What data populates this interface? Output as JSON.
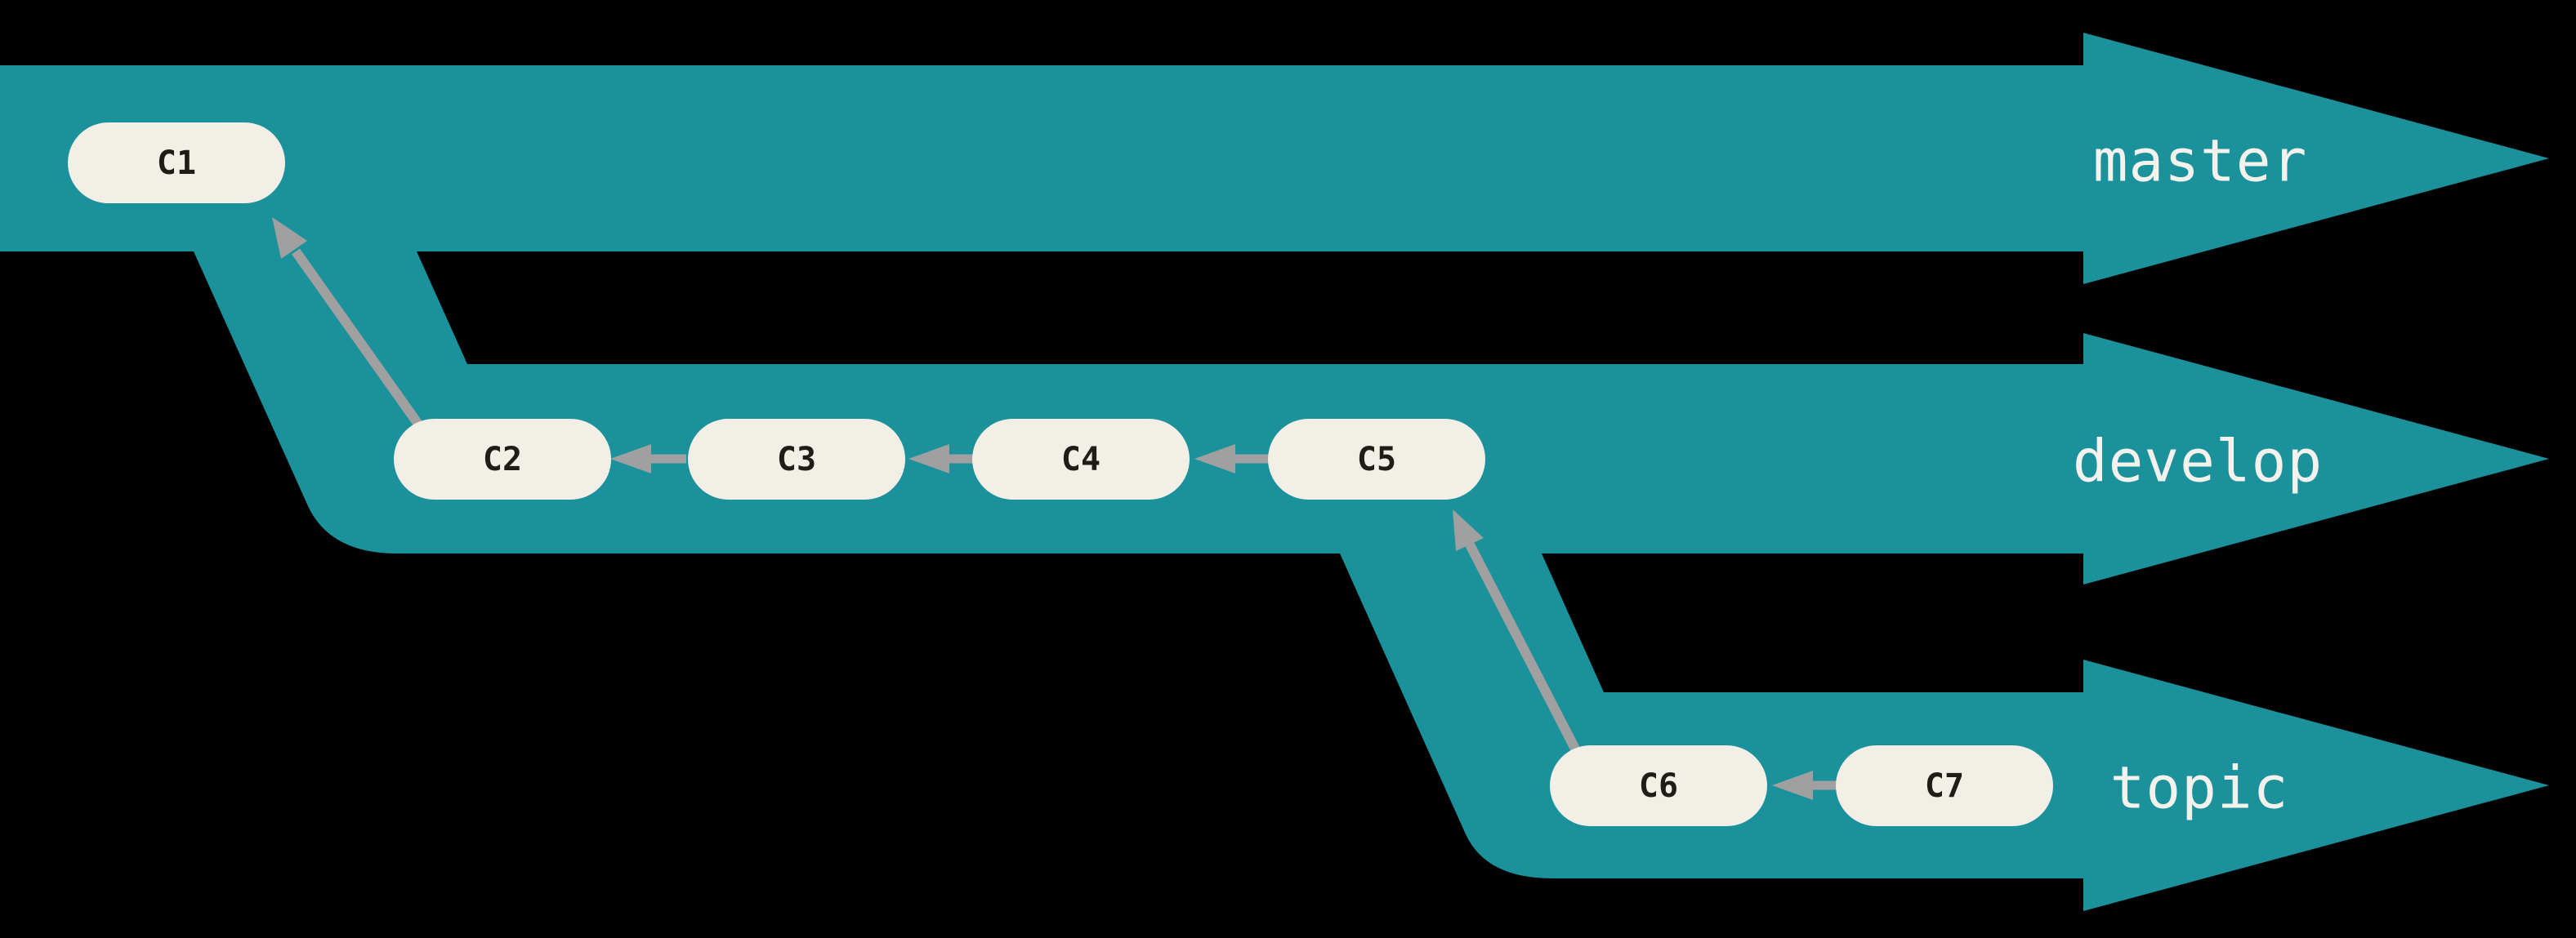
{
  "diagram": {
    "type": "git-branching-diagram",
    "branches": [
      {
        "name": "master",
        "commits": [
          "C1"
        ]
      },
      {
        "name": "develop",
        "commits": [
          "C2",
          "C3",
          "C4",
          "C5"
        ]
      },
      {
        "name": "topic",
        "commits": [
          "C6",
          "C7"
        ]
      }
    ],
    "edges": [
      {
        "from": "C2",
        "to": "C1"
      },
      {
        "from": "C3",
        "to": "C2"
      },
      {
        "from": "C4",
        "to": "C3"
      },
      {
        "from": "C5",
        "to": "C4"
      },
      {
        "from": "C6",
        "to": "C5"
      },
      {
        "from": "C7",
        "to": "C6"
      }
    ],
    "colors": {
      "background": "#000000",
      "band": "#1B919B",
      "node_fill": "#F1EFE6",
      "node_text": "#1E1D18",
      "arrow": "#A0A0A0",
      "label_text": "#F4F2EC"
    }
  }
}
